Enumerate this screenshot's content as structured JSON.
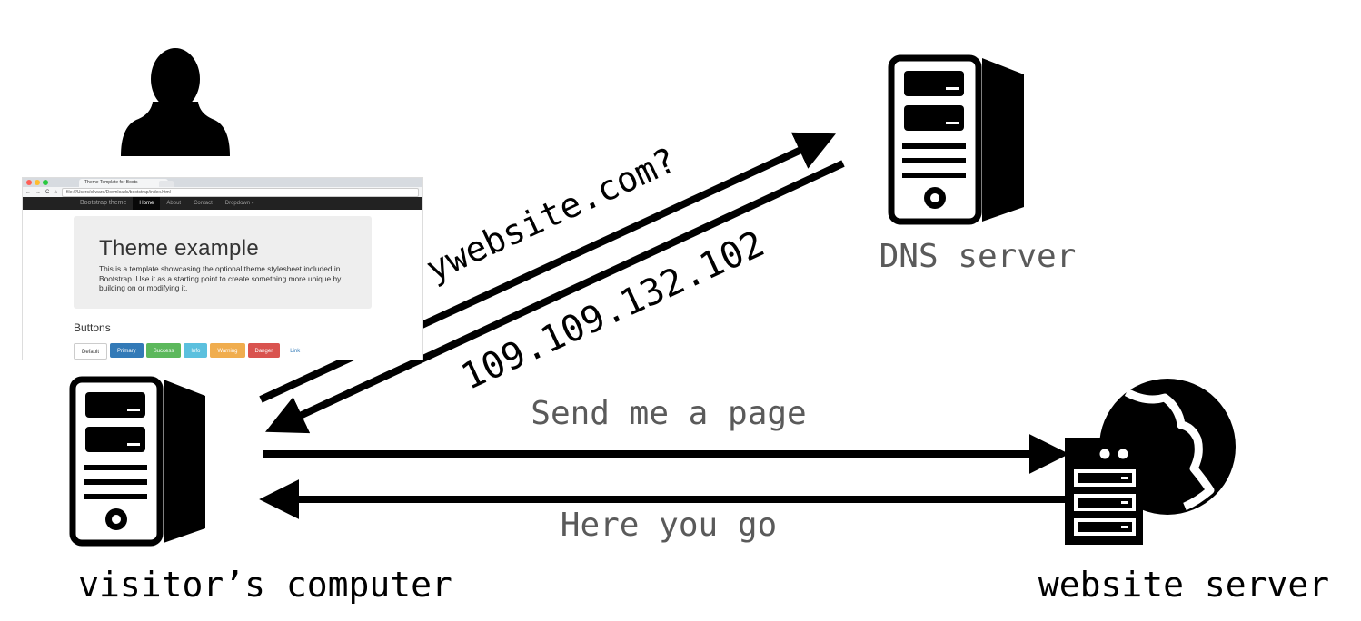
{
  "labels": {
    "query": "ywebsite.com?",
    "ip": "109.109.132.102",
    "request": "Send me a page",
    "response": "Here you go",
    "dns": "DNS server",
    "visitor": "visitor’s computer",
    "website": "website server"
  },
  "browser": {
    "tab_title": "Theme Template for Boots",
    "url": "file:///Users/oliward/Downloads/bootstrap/index.html",
    "nav": {
      "brand": "Bootstrap theme",
      "items": [
        "Home",
        "About",
        "Contact",
        "Dropdown ▾"
      ]
    },
    "jumbotron": {
      "heading": "Theme example",
      "text": "This is a template showcasing the optional theme stylesheet included in Bootstrap. Use it as a starting point to create something more unique by building on or modifying it."
    },
    "section_title": "Buttons",
    "buttons": [
      {
        "label": "Default",
        "color": "#ffffff",
        "text_color": "#333333"
      },
      {
        "label": "Primary",
        "color": "#337ab7",
        "text_color": "#ffffff"
      },
      {
        "label": "Success",
        "color": "#5cb85c",
        "text_color": "#ffffff"
      },
      {
        "label": "Info",
        "color": "#5bc0de",
        "text_color": "#ffffff"
      },
      {
        "label": "Warning",
        "color": "#f0ad4e",
        "text_color": "#ffffff"
      },
      {
        "label": "Danger",
        "color": "#d9534f",
        "text_color": "#ffffff"
      },
      {
        "label": "Link",
        "color": "transparent",
        "text_color": "#337ab7"
      }
    ],
    "window_dots": [
      "#ff5f57",
      "#ffbd2e",
      "#28c940"
    ]
  },
  "icons": [
    "user-icon",
    "tower-computer-icon",
    "globe-icon",
    "server-rack-icon"
  ],
  "colors": {
    "ink": "#000000",
    "secondary_text": "#5a5a5a"
  }
}
